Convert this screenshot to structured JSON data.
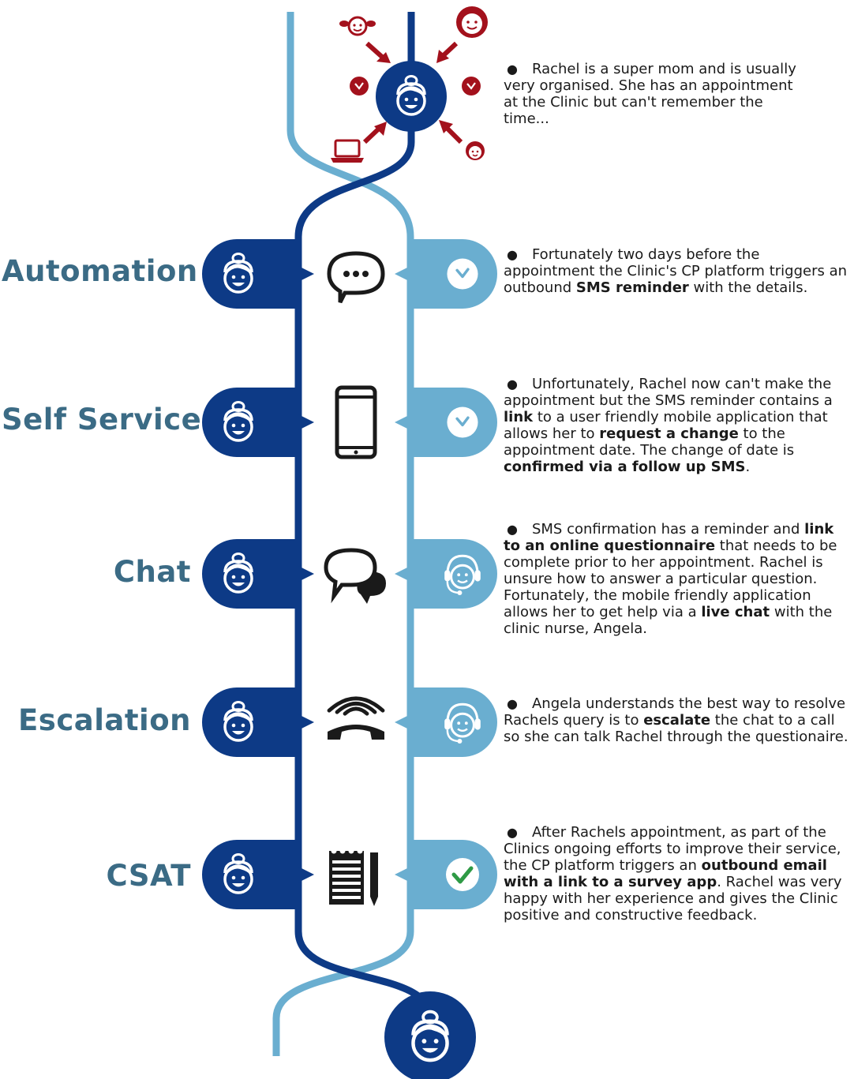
{
  "colors": {
    "dark_blue": "#0d3a86",
    "light_blue": "#6aaed0",
    "red": "#a3111c",
    "label": "#3b6b85",
    "icon_black": "#1a1a1a",
    "check_green": "#2e9a45"
  },
  "icons": {
    "persona": "woman-avatar-icon",
    "stage_icons": [
      "speech-bubble-icon",
      "mobile-phone-icon",
      "chat-bubbles-icon",
      "phone-call-icon",
      "survey-notepad-icon"
    ],
    "agent_icons": [
      "clock-icon",
      "clock-icon",
      "headset-agent-icon",
      "headset-agent-icon",
      "checkmark-icon"
    ],
    "distractions": [
      "girl-face-icon",
      "boy-face-icon",
      "clock-icon",
      "clock-icon",
      "laptop-icon",
      "baby-face-icon"
    ]
  },
  "intro": {
    "segments": [
      {
        "t": "Rachel is a super mom and is usually very organised.  She has an appointment at the Clinic but can't remember the time...",
        "b": false
      }
    ]
  },
  "stages": [
    {
      "label": "Automation",
      "segments": [
        {
          "t": "Fortunately two days before the appointment the Clinic's CP platform triggers an outbound  ",
          "b": false
        },
        {
          "t": "SMS reminder",
          "b": true
        },
        {
          "t": " with the details.",
          "b": false
        }
      ]
    },
    {
      "label": "Self Service",
      "segments": [
        {
          "t": "Unfortunately, Rachel now can't make the appointment but the SMS reminder contains a ",
          "b": false
        },
        {
          "t": "link",
          "b": true
        },
        {
          "t": " to a user friendly mobile application that allows her to ",
          "b": false
        },
        {
          "t": "request a change",
          "b": true
        },
        {
          "t": " to the appointment date. The change of date is ",
          "b": false
        },
        {
          "t": "confirmed via a follow up SMS",
          "b": true
        },
        {
          "t": ".",
          "b": false
        }
      ]
    },
    {
      "label": "Chat",
      "segments": [
        {
          "t": "SMS confirmation has a reminder and ",
          "b": false
        },
        {
          "t": "link to an online questionnaire",
          "b": true
        },
        {
          "t": " that needs to be complete prior to her appointment.  Rachel is unsure how to answer a particular question. Fortunately, the mobile friendly application allows her to get help via a ",
          "b": false
        },
        {
          "t": "live chat",
          "b": true
        },
        {
          "t": " with the clinic nurse, Angela.",
          "b": false
        }
      ]
    },
    {
      "label": "Escalation",
      "segments": [
        {
          "t": "Angela understands the best way to resolve Rachels query is to ",
          "b": false
        },
        {
          "t": "escalate",
          "b": true
        },
        {
          "t": " the chat to a call so she can talk Rachel through the questionaire.",
          "b": false
        }
      ]
    },
    {
      "label": "CSAT",
      "segments": [
        {
          "t": "After Rachels appointment, as part of the Clinics ongoing efforts to improve their service, the CP platform triggers an ",
          "b": false
        },
        {
          "t": "outbound email with a link to a survey app",
          "b": true
        },
        {
          "t": ".  Rachel was very happy with her experience and gives the Clinic positive and constructive feedback.",
          "b": false
        }
      ]
    }
  ]
}
